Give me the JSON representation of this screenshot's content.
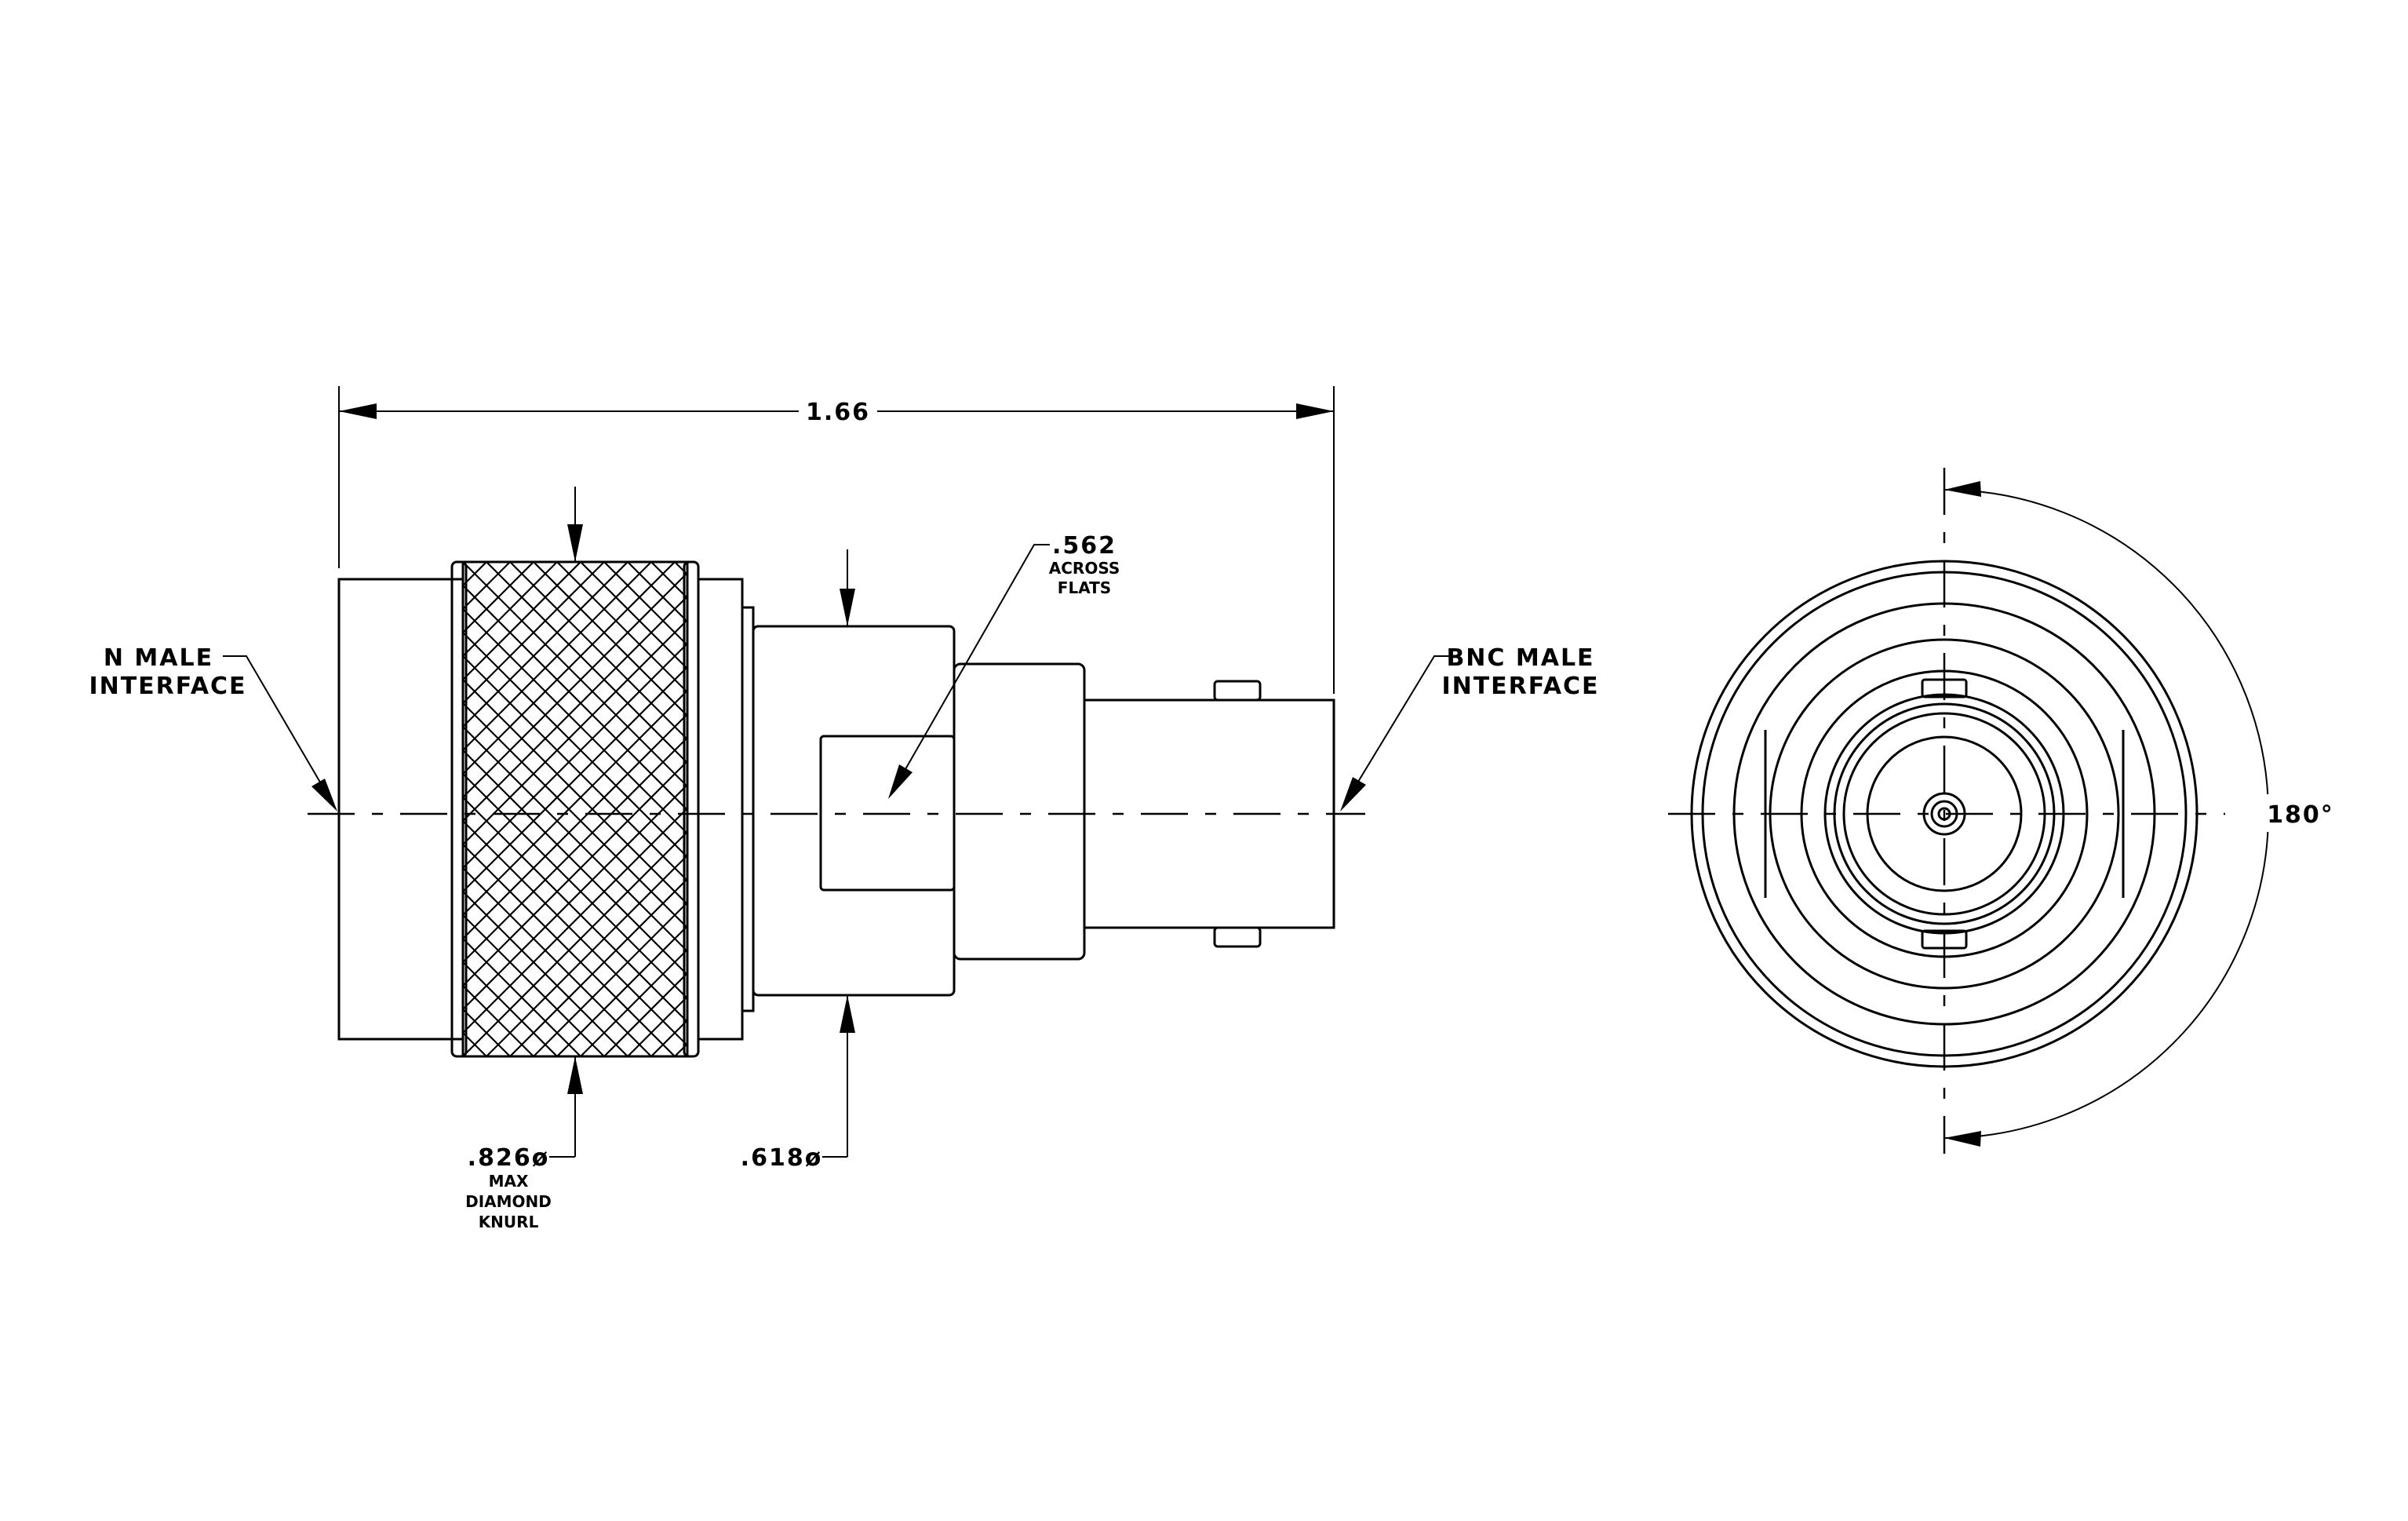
{
  "labels": {
    "overall_length": "1.66",
    "across_flats_value": ".562",
    "across_flats_line1": "ACROSS",
    "across_flats_line2": "FLATS",
    "n_male_line1": "N  MALE",
    "n_male_line2": "INTERFACE",
    "bnc_male_line1": "BNC  MALE",
    "bnc_male_line2": "INTERFACE",
    "knurl_diameter": ".826ø",
    "knurl_line1": "MAX",
    "knurl_line2": "DIAMOND",
    "knurl_line3": "KNURL",
    "body_diameter": ".618ø",
    "rotation_angle": "180°"
  }
}
